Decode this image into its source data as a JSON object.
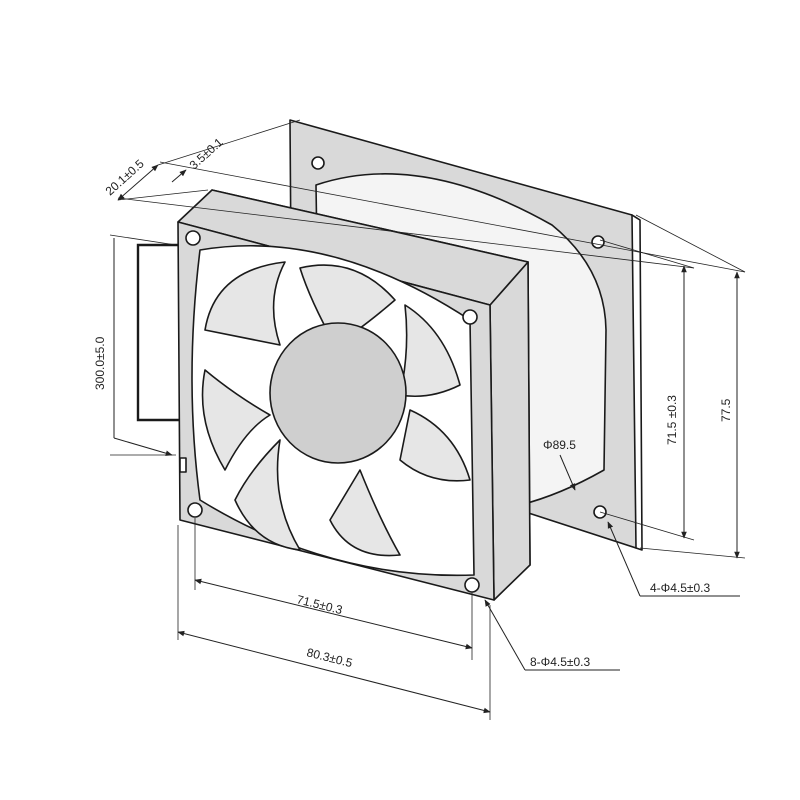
{
  "dimensions": {
    "depth": "20.1±0.5",
    "flange": "3.5±0.1",
    "cable_length": "300.0±5.0",
    "hole_spacing_bottom": "71.5±0.3",
    "width_bottom": "80.3±0.5",
    "hole_spacing_side": "71.5 ±0.3",
    "outer_side": "77.5",
    "diameter": "Φ89.5",
    "guard_holes": "4-Φ4.5±0.3",
    "fan_holes": "8-Φ4.5±0.3"
  }
}
